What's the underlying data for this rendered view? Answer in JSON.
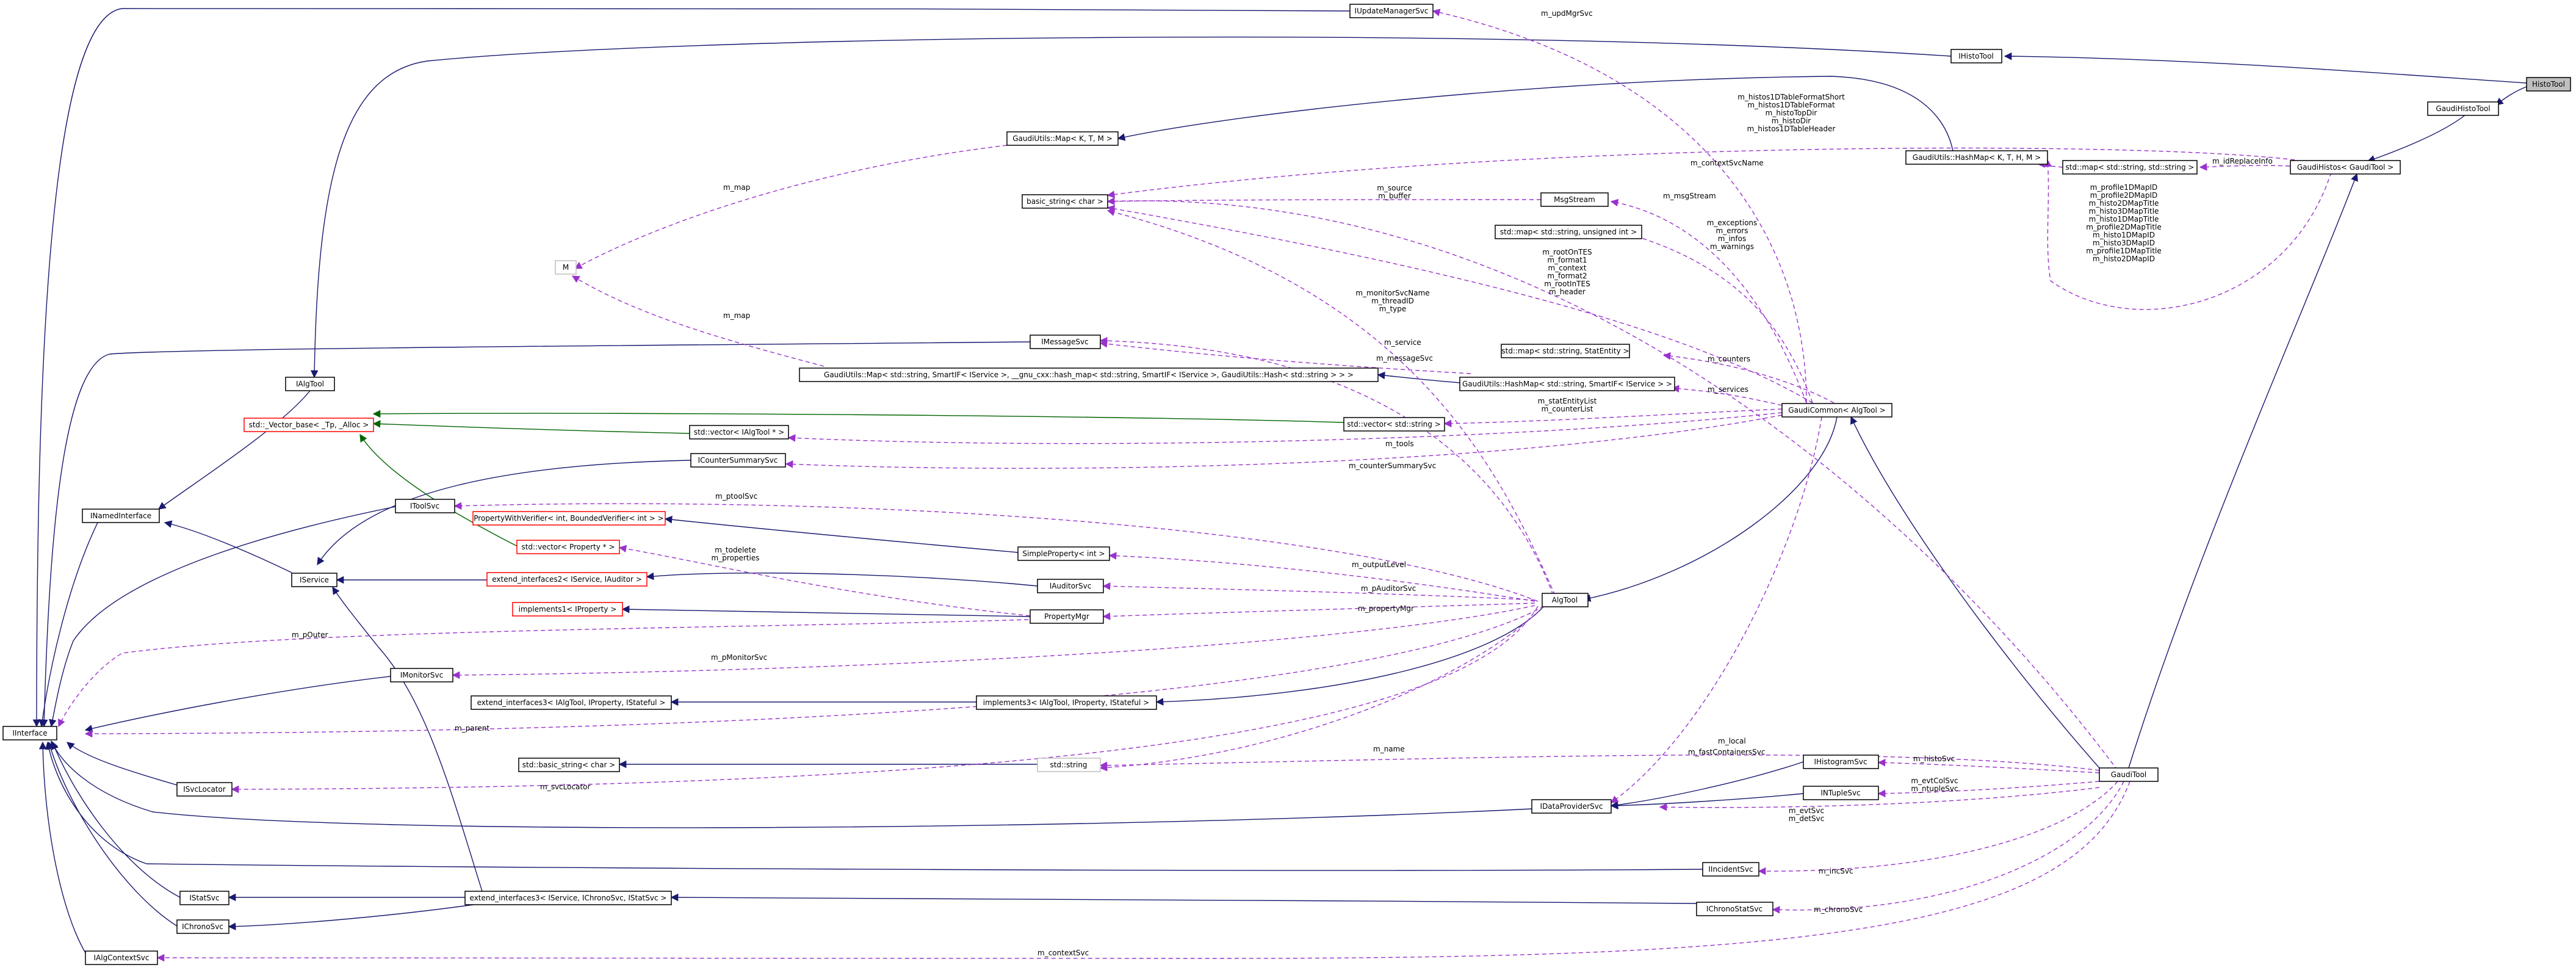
{
  "diagram": {
    "nodes": {
      "histotool": "HistoTool",
      "ihistotool": "IHistoTool",
      "gaudihistotool": "GaudiHistoTool",
      "gaudihistos": "GaudiHistos< GaudiTool >",
      "updatemanager": "IUpdateManagerSvc",
      "gaudimap": "GaudiUtils::Map< K, T, M >",
      "gaudihashmap": "GaudiUtils::HashMap< K, T, H, M >",
      "mapstrstr": "std::map< std::string, std::string >",
      "basicstring": "basic_string< char >",
      "msgstream": "MsgStream",
      "mapstrint": "std::map< std::string, unsigned int >",
      "m": "M",
      "ialgtool": "IAlgTool",
      "imessagesvc": "IMessageSvc",
      "mapstrstatentity": "std::map< std::string, StatEntity >",
      "gaudimapsmartif": "GaudiUtils::Map< std::string, SmartIF< IService >, __gnu_cxx::hash_map< std::string, SmartIF< IService >, GaudiUtils::Hash< std::string > > >",
      "hashmapsmartif": "GaudiUtils::HashMap< std::string, SmartIF< IService > >",
      "gaudicommon": "GaudiCommon< AlgTool >",
      "vectorbase": "std::_Vector_base< _Tp, _Alloc >",
      "vectorialgtool": "std::vector< IAlgTool * >",
      "vectorstring": "std::vector< std::string >",
      "icountersummary": "ICounterSummarySvc",
      "itoolsvc": "IToolSvc",
      "inamedinterface": "INamedInterface",
      "propertywithverifier": "PropertyWithVerifier< int, BoundedVerifier< int > >",
      "vectorproperty": "std::vector< Property * >",
      "simpleproperty": "SimpleProperty< int >",
      "iservice": "IService",
      "extendinterfaces2": "extend_interfaces2< IService, IAuditor >",
      "iauditorsvc": "IAuditorSvc",
      "implements1": "implements1< IProperty >",
      "propertymgr": "PropertyMgr",
      "algtool": "AlgTool",
      "imonitorsvc": "IMonitorSvc",
      "extendinterfaces3": "extend_interfaces3< IAlgTool, IProperty, IStateful >",
      "implements3": "implements3< IAlgTool, IProperty, IStateful >",
      "iinterface": "IInterface",
      "basicstringstd": "std::basic_string< char >",
      "stdstring": "std::string",
      "ihistogramsvc": "IHistogramSvc",
      "gauditool": "GaudiTool",
      "isvclocator": "ISvcLocator",
      "intuplesvc": "INTupleSvc",
      "idataprovidersvc": "IDataProviderSvc",
      "iincidentsvc": "IIncidentSvc",
      "istatsvc": "IStatSvc",
      "extendinterfaces3chrono": "extend_interfaces3< IService, IChronoSvc, IStatSvc >",
      "ichronostatsvc": "IChronoStatSvc",
      "ichronosvc": "IChronoSvc",
      "ialgcontextsvc": "IAlgContextSvc"
    },
    "edge_labels": {
      "updmgrsvc": "m_updMgrSvc",
      "histos1d": "m_histos1DTableFormatShort\nm_histos1DTableFormat\nm_histoTopDir\nm_histoDir\nm_histos1DTableHeader",
      "idreplaceinfo": "m_idReplaceInfo",
      "contextsvcname": "m_contextSvcName",
      "map_top": "m_map",
      "source_buffer": "m_source\nm_buffer",
      "msgstream": "m_msgStream",
      "profiles": "m_profile1DMapID\nm_profile2DMapID\nm_histo2DMapTitle\nm_histo3DMapTitle\nm_histo1DMapTitle\nm_profile2DMapTitle\nm_histo1DMapID\nm_histo3DMapID\nm_profile1DMapTitle\nm_histo2DMapID",
      "exceptions": "m_exceptions\nm_errors\nm_infos\nm_warnings",
      "rootonties": "m_rootOnTES\nm_format1\nm_context\nm_format2\nm_rootInTES\nm_header",
      "monitorsvcname": "m_monitorSvcName\nm_threadID\nm_type",
      "map_mid": "m_map",
      "service": "m_service",
      "messagesvc": "m_messageSvc",
      "counters": "m_counters",
      "services": "m_services",
      "statentitylist": "m_statEntityList\nm_counterList",
      "tools": "m_tools",
      "countersummarysvc": "m_counterSummarySvc",
      "ptoolsvc": "m_ptoolSvc",
      "todelete": "m_todelete\nm_properties",
      "outputlevel": "m_outputLevel",
      "pauditorsvc": "m_pAuditorSvc",
      "propertymgr": "m_propertyMgr",
      "pouter": "m_pOuter",
      "pmonitorsvc": "m_pMonitorSvc",
      "parent": "m_parent",
      "local": "m_local",
      "fastcontainerssvc": "m_fastContainersSvc",
      "name": "m_name",
      "histosvc": "m_histoSvc",
      "svclocator": "m_svcLocator",
      "evtcolsvc": "m_evtColSvc\nm_ntupleSvc",
      "evtsvc": "m_evtSvc\nm_detSvc",
      "incsvc": "m_incSvc",
      "chronosvc": "m_chronoSvc",
      "contextsvc": "m_contextSvc"
    }
  }
}
